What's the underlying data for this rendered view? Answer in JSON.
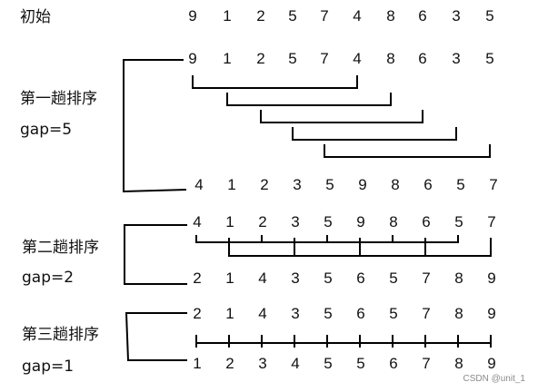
{
  "initial": {
    "label": "初始",
    "values": [
      "9",
      "1",
      "2",
      "5",
      "7",
      "4",
      "8",
      "6",
      "3",
      "5"
    ]
  },
  "passes": [
    {
      "title": "第一趟排序",
      "gap_label": "gap=5",
      "before": [
        "9",
        "1",
        "2",
        "5",
        "7",
        "4",
        "8",
        "6",
        "3",
        "5"
      ],
      "after": [
        "4",
        "1",
        "2",
        "3",
        "5",
        "9",
        "8",
        "6",
        "5",
        "7"
      ],
      "groups": [
        [
          0,
          5
        ],
        [
          1,
          6
        ],
        [
          2,
          7
        ],
        [
          3,
          8
        ],
        [
          4,
          9
        ]
      ]
    },
    {
      "title": "第二趟排序",
      "gap_label": "gap=2",
      "before": [
        "4",
        "1",
        "2",
        "3",
        "5",
        "9",
        "8",
        "6",
        "5",
        "7"
      ],
      "after": [
        "2",
        "1",
        "4",
        "3",
        "5",
        "6",
        "5",
        "7",
        "8",
        "9"
      ],
      "groups": [
        [
          0,
          2,
          4,
          6,
          8
        ],
        [
          1,
          3,
          5,
          7,
          9
        ]
      ]
    },
    {
      "title": "第三趟排序",
      "gap_label": "gap=1",
      "before": [
        "2",
        "1",
        "4",
        "3",
        "5",
        "6",
        "5",
        "7",
        "8",
        "9"
      ],
      "after": [
        "1",
        "2",
        "3",
        "4",
        "5",
        "5",
        "6",
        "7",
        "8",
        "9"
      ],
      "groups": [
        [
          0,
          1,
          2,
          3,
          4,
          5,
          6,
          7,
          8,
          9
        ]
      ]
    }
  ],
  "watermark": "CSDN @unit_1"
}
